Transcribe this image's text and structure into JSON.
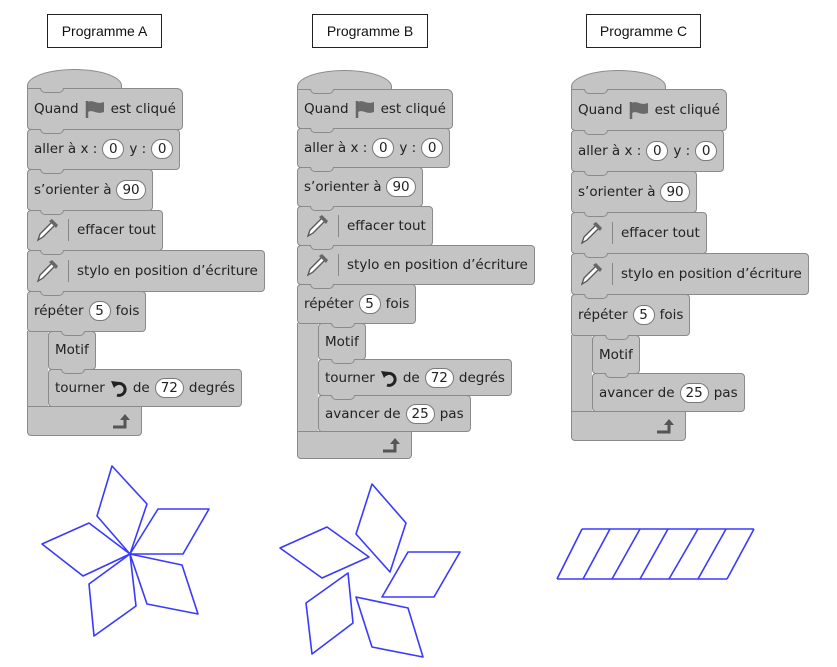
{
  "programs": [
    {
      "title": "Programme A",
      "blocks": [
        {
          "parts": [
            [
              "text",
              "Quand"
            ],
            [
              "icon",
              "flag-icon"
            ],
            [
              "text",
              "est cliqué"
            ]
          ]
        },
        {
          "parts": [
            [
              "text",
              "aller à x :"
            ],
            [
              "input",
              "0"
            ],
            [
              "text",
              "y :"
            ],
            [
              "input",
              "0"
            ]
          ]
        },
        {
          "parts": [
            [
              "text",
              "s’orienter à"
            ],
            [
              "input",
              "90"
            ]
          ]
        },
        {
          "parts": [
            [
              "icon",
              "pen-icon"
            ],
            [
              "sep",
              ""
            ],
            [
              "text",
              "effacer tout"
            ]
          ]
        },
        {
          "parts": [
            [
              "icon",
              "pen-icon"
            ],
            [
              "sep",
              ""
            ],
            [
              "text",
              "stylo en position d’écriture"
            ]
          ]
        },
        {
          "parts": [
            [
              "text",
              "répéter"
            ],
            [
              "input",
              "5"
            ],
            [
              "text",
              "fois"
            ]
          ],
          "loop": [
            {
              "parts": [
                [
                  "text",
                  "Motif"
                ]
              ]
            },
            {
              "parts": [
                [
                  "text",
                  "tourner"
                ],
                [
                  "icon",
                  "turn-left-icon"
                ],
                [
                  "text",
                  "de"
                ],
                [
                  "input",
                  "72"
                ],
                [
                  "text",
                  "degrés"
                ]
              ]
            }
          ]
        }
      ]
    },
    {
      "title": "Programme B",
      "blocks": [
        {
          "parts": [
            [
              "text",
              "Quand"
            ],
            [
              "icon",
              "flag-icon"
            ],
            [
              "text",
              "est cliqué"
            ]
          ]
        },
        {
          "parts": [
            [
              "text",
              "aller à x :"
            ],
            [
              "input",
              "0"
            ],
            [
              "text",
              "y :"
            ],
            [
              "input",
              "0"
            ]
          ]
        },
        {
          "parts": [
            [
              "text",
              "s’orienter à"
            ],
            [
              "input",
              "90"
            ]
          ]
        },
        {
          "parts": [
            [
              "icon",
              "pen-icon"
            ],
            [
              "sep",
              ""
            ],
            [
              "text",
              "effacer tout"
            ]
          ]
        },
        {
          "parts": [
            [
              "icon",
              "pen-icon"
            ],
            [
              "sep",
              ""
            ],
            [
              "text",
              "stylo en position d’écriture"
            ]
          ]
        },
        {
          "parts": [
            [
              "text",
              "répéter"
            ],
            [
              "input",
              "5"
            ],
            [
              "text",
              "fois"
            ]
          ],
          "loop": [
            {
              "parts": [
                [
                  "text",
                  "Motif"
                ]
              ]
            },
            {
              "parts": [
                [
                  "text",
                  "tourner"
                ],
                [
                  "icon",
                  "turn-left-icon"
                ],
                [
                  "text",
                  "de"
                ],
                [
                  "input",
                  "72"
                ],
                [
                  "text",
                  "degrés"
                ]
              ]
            },
            {
              "parts": [
                [
                  "text",
                  "avancer de"
                ],
                [
                  "input",
                  "25"
                ],
                [
                  "text",
                  "pas"
                ]
              ]
            }
          ]
        }
      ]
    },
    {
      "title": "Programme C",
      "blocks": [
        {
          "parts": [
            [
              "text",
              "Quand"
            ],
            [
              "icon",
              "flag-icon"
            ],
            [
              "text",
              "est cliqué"
            ]
          ]
        },
        {
          "parts": [
            [
              "text",
              "aller à x :"
            ],
            [
              "input",
              "0"
            ],
            [
              "text",
              "y :"
            ],
            [
              "input",
              "0"
            ]
          ]
        },
        {
          "parts": [
            [
              "text",
              "s’orienter à"
            ],
            [
              "input",
              "90"
            ]
          ]
        },
        {
          "parts": [
            [
              "icon",
              "pen-icon"
            ],
            [
              "sep",
              ""
            ],
            [
              "text",
              "effacer tout"
            ]
          ]
        },
        {
          "parts": [
            [
              "icon",
              "pen-icon"
            ],
            [
              "sep",
              ""
            ],
            [
              "text",
              "stylo en position d’écriture"
            ]
          ]
        },
        {
          "parts": [
            [
              "text",
              "répéter"
            ],
            [
              "input",
              "5"
            ],
            [
              "text",
              "fois"
            ]
          ],
          "loop": [
            {
              "parts": [
                [
                  "text",
                  "Motif"
                ]
              ]
            },
            {
              "parts": [
                [
                  "text",
                  "avancer de"
                ],
                [
                  "input",
                  "25"
                ],
                [
                  "text",
                  "pas"
                ]
              ]
            }
          ]
        }
      ]
    }
  ],
  "colors": {
    "block": "#c4c4c4",
    "stroke": "#3a3aff"
  }
}
